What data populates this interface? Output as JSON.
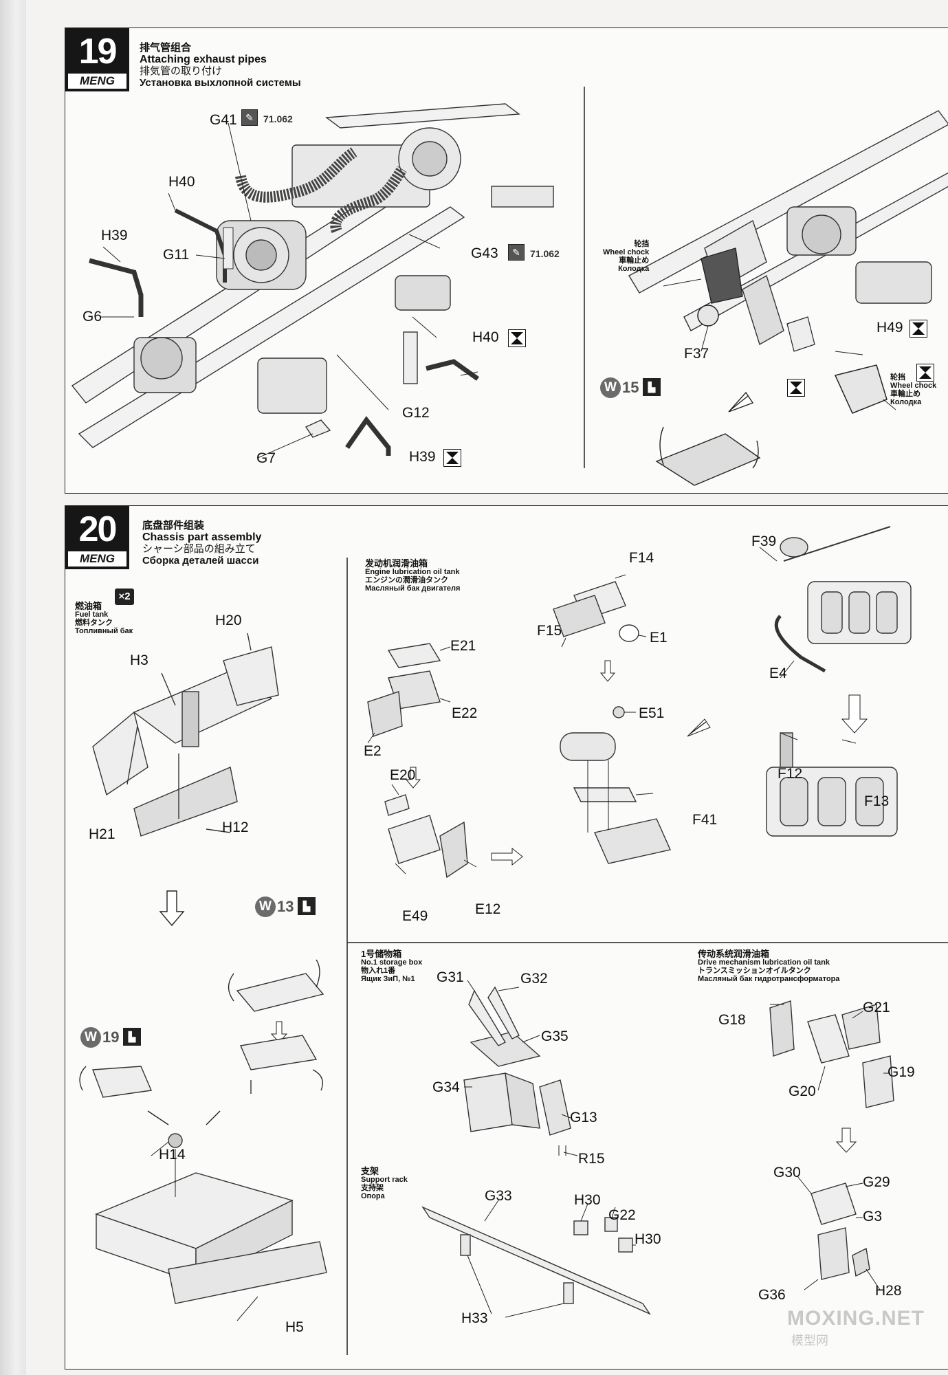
{
  "brand": "MENG",
  "step19": {
    "number": "19",
    "title_cn": "排气管组合",
    "title_en": "Attaching exhaust pipes",
    "title_jp": "排気管の取り付け",
    "title_ru": "Установка выхлопной системы",
    "labels": {
      "G41": "G41",
      "H40a": "H40",
      "H39a": "H39",
      "G11": "G11",
      "G6": "G6",
      "G43": "G43",
      "H40b": "H40",
      "G12": "G12",
      "G7": "G7",
      "H39b": "H39",
      "F37": "F37",
      "H49": "H49"
    },
    "paint_ref_1": "71.062",
    "paint_ref_2": "71.062",
    "wheel_chock_1": {
      "cn": "轮挡",
      "en": "Wheel chock",
      "jp": "車輪止め",
      "ru": "Колодка"
    },
    "wheel_chock_2": {
      "cn": "轮挡",
      "en": "Wheel chock",
      "jp": "車輪止め",
      "ru": "Колодка"
    },
    "badge_w15": {
      "w": "W",
      "n": "15"
    }
  },
  "step20": {
    "number": "20",
    "title_cn": "底盘部件组装",
    "title_en": "Chassis part assembly",
    "title_jp": "シャーシ部品の組み立て",
    "title_ru": "Сборка деталей шасси",
    "fuel_tank": {
      "cn": "燃油箱",
      "en": "Fuel tank",
      "jp": "燃料タンク",
      "ru": "Топливный бак",
      "qty": "×2"
    },
    "engine_tank": {
      "cn": "发动机润滑油箱",
      "en": "Engine lubrication oil tank",
      "jp": "エンジンの潤滑油タンク",
      "ru": "Масляный бак двигателя"
    },
    "storage_box": {
      "cn": "1号储物箱",
      "en": "No.1 storage box",
      "jp": "物入れ1番",
      "ru": "Ящик ЗиП, №1"
    },
    "drive_tank": {
      "cn": "传动系统润滑油箱",
      "en": "Drive mechanism lubrication oil tank",
      "jp": "トランスミッションオイルタンク",
      "ru": "Масляный бак гидротрансформатора"
    },
    "support_rack": {
      "cn": "支架",
      "en": "Support rack",
      "jp": "支持架",
      "ru": "Опора"
    },
    "badge_w13": {
      "w": "W",
      "n": "13"
    },
    "badge_w19": {
      "w": "W",
      "n": "19"
    },
    "labels": {
      "H20": "H20",
      "H3": "H3",
      "H21": "H21",
      "H12": "H12",
      "H14": "H14",
      "H5": "H5",
      "E21": "E21",
      "E22": "E22",
      "E2": "E2",
      "E20": "E20",
      "E49": "E49",
      "E12": "E12",
      "F14": "F14",
      "F15": "F15",
      "E1": "E1",
      "E51": "E51",
      "F41": "F41",
      "F39": "F39",
      "E4": "E4",
      "F12": "F12",
      "F13": "F13",
      "G31": "G31",
      "G32": "G32",
      "G35": "G35",
      "G34": "G34",
      "G13": "G13",
      "R15": "R15",
      "G33": "G33",
      "H30a": "H30",
      "G22": "G22",
      "H30b": "H30",
      "H33": "H33",
      "G21": "G21",
      "G18": "G18",
      "G19": "G19",
      "G20": "G20",
      "G30": "G30",
      "G29": "G29",
      "G3": "G3",
      "G36": "G36",
      "H28": "H28"
    }
  },
  "watermark": {
    "site": "MOXING.NET",
    "cn": "模型网"
  }
}
